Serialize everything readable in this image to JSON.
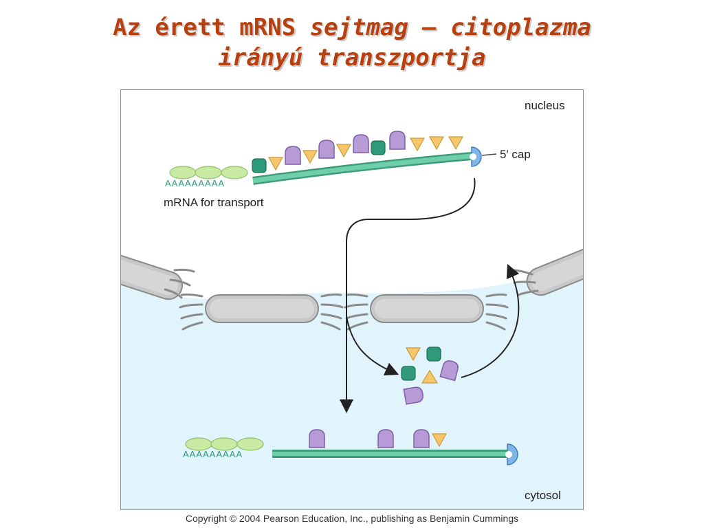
{
  "title": {
    "line1_a": "Az érett mRNS ",
    "line1_b": "sejtmag – citoplazma",
    "line2": "irányú transzportja"
  },
  "labels": {
    "nucleus": "nucleus",
    "cap": "5′ cap",
    "mrna_for_transport": "mRNA for transport",
    "cytosol": "cytosol",
    "polyA_top": "AAAAAAAAA",
    "polyA_bottom": "AAAAAAAAA"
  },
  "copyright": "Copyright © 2004 Pearson Education, Inc., publishing as Benjamin Cummings",
  "colors": {
    "title": "#b8400f",
    "mrna_strand": "#5cbf9b",
    "nucleus_bg": "#ffffff",
    "cytosol_bg": "#e2f4fb",
    "purple_protein": "#b79bd6",
    "green_protein": "#2f9a7a",
    "orange_protein": "#f6c66a",
    "polyA_binding": "#bfe39a",
    "cap": "#7fb6e6",
    "membrane": "#cfcfcf"
  }
}
